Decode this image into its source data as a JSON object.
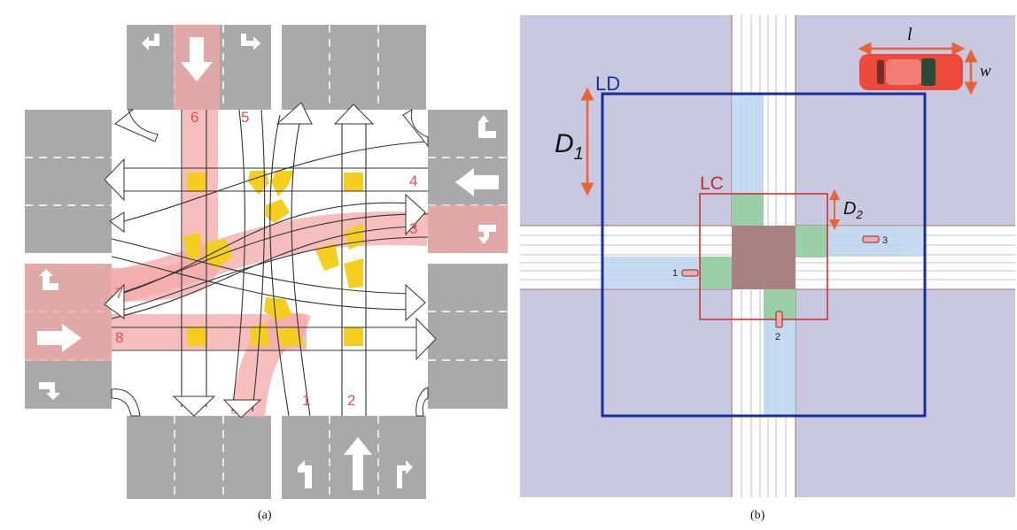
{
  "panel_a": {
    "caption": "(a)",
    "path_numbers": [
      "1",
      "2",
      "3",
      "4",
      "5",
      "6",
      "7",
      "8"
    ]
  },
  "panel_b": {
    "caption": "(b)",
    "zone_ld_label": "LD",
    "zone_lc_label": "LC",
    "dimension_d1_main": "D",
    "dimension_d1_sub": "1",
    "dimension_d2_main": "D",
    "dimension_d2_sub": "2",
    "car_length_label": "l",
    "car_width_label": "w",
    "vehicle_ids": [
      "1",
      "2",
      "3"
    ]
  },
  "colors": {
    "road_gray": "#a9a9a9",
    "conflict_yellow": "#f4cf1f",
    "highlight_pink": "#f4a8a8",
    "path_red": "#e05050",
    "grass_lavender": "#c8c8e0",
    "ld_blue": "#1a2f9c",
    "lc_red": "#cc2a2a",
    "lane_blue": "#bcd3ee",
    "crossing_green": "#9bcfa8",
    "center_brown": "#a88282"
  }
}
